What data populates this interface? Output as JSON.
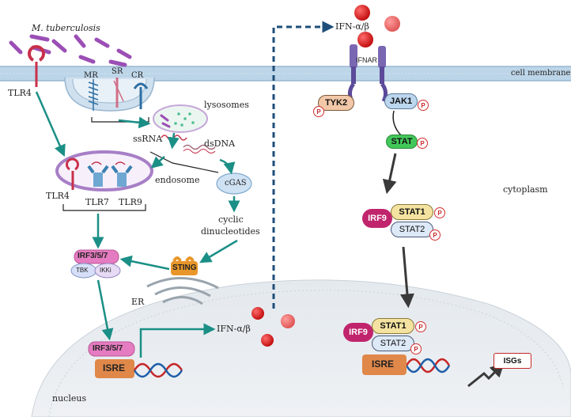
{
  "labels": {
    "mtb": "M. tuberculosis",
    "tlr4_top": "TLR4",
    "mr": "MR",
    "sr": "SR",
    "cr": "CR",
    "lysosomes": "lysosomes",
    "ssrna": "ssRNA",
    "dsdna": "dsDNA",
    "endosome": "endosome",
    "tlr4_endo": "TLR4",
    "tlr7": "TLR7",
    "tlr9": "TLR9",
    "cgas": "cGAS",
    "cyclic": "cyclic",
    "dinucleotides": "dinucleotides",
    "irf357_top": "IRF3/5/7",
    "tbk": "TBK",
    "ikki": "IKKi",
    "sting": "STING",
    "er": "ER",
    "irf357_nuc": "IRF3/5/7",
    "isre_left": "ISRE",
    "ifn_nuc": "IFN-α/β",
    "nucleus": "nucleus",
    "ifn_top": "IFN-α/β",
    "ifnar": "IFNAR",
    "cell_membrane": "cell membrane",
    "tyk2": "TYK2",
    "jak1": "JAK1",
    "stat": "STAT",
    "cytoplasm": "cytoplasm",
    "irf9_a": "IRF9",
    "stat1_a": "STAT1",
    "stat2_a": "STAT2",
    "irf9_b": "IRF9",
    "stat1_b": "STAT1",
    "stat2_b": "STAT2",
    "isre_right": "ISRE",
    "isgs": "ISGs",
    "p": "P"
  },
  "colors": {
    "arrow_teal": "#1b8f86",
    "arrow_dark": "#3a3a3a",
    "membrane": "#b8d2e6",
    "nucleus": "#e9edf1",
    "ifn_red": "#d81e1e",
    "irf9": "#c0246c",
    "stat1": "#f4e3a0",
    "stat2": "#dde9f6",
    "tyk2": "#f2c8a8",
    "jak1": "#bcd6ee",
    "stat_green": "#42c85a",
    "sting": "#e8962a",
    "irf357": "#e57bc0",
    "isre": "#e0884a"
  }
}
